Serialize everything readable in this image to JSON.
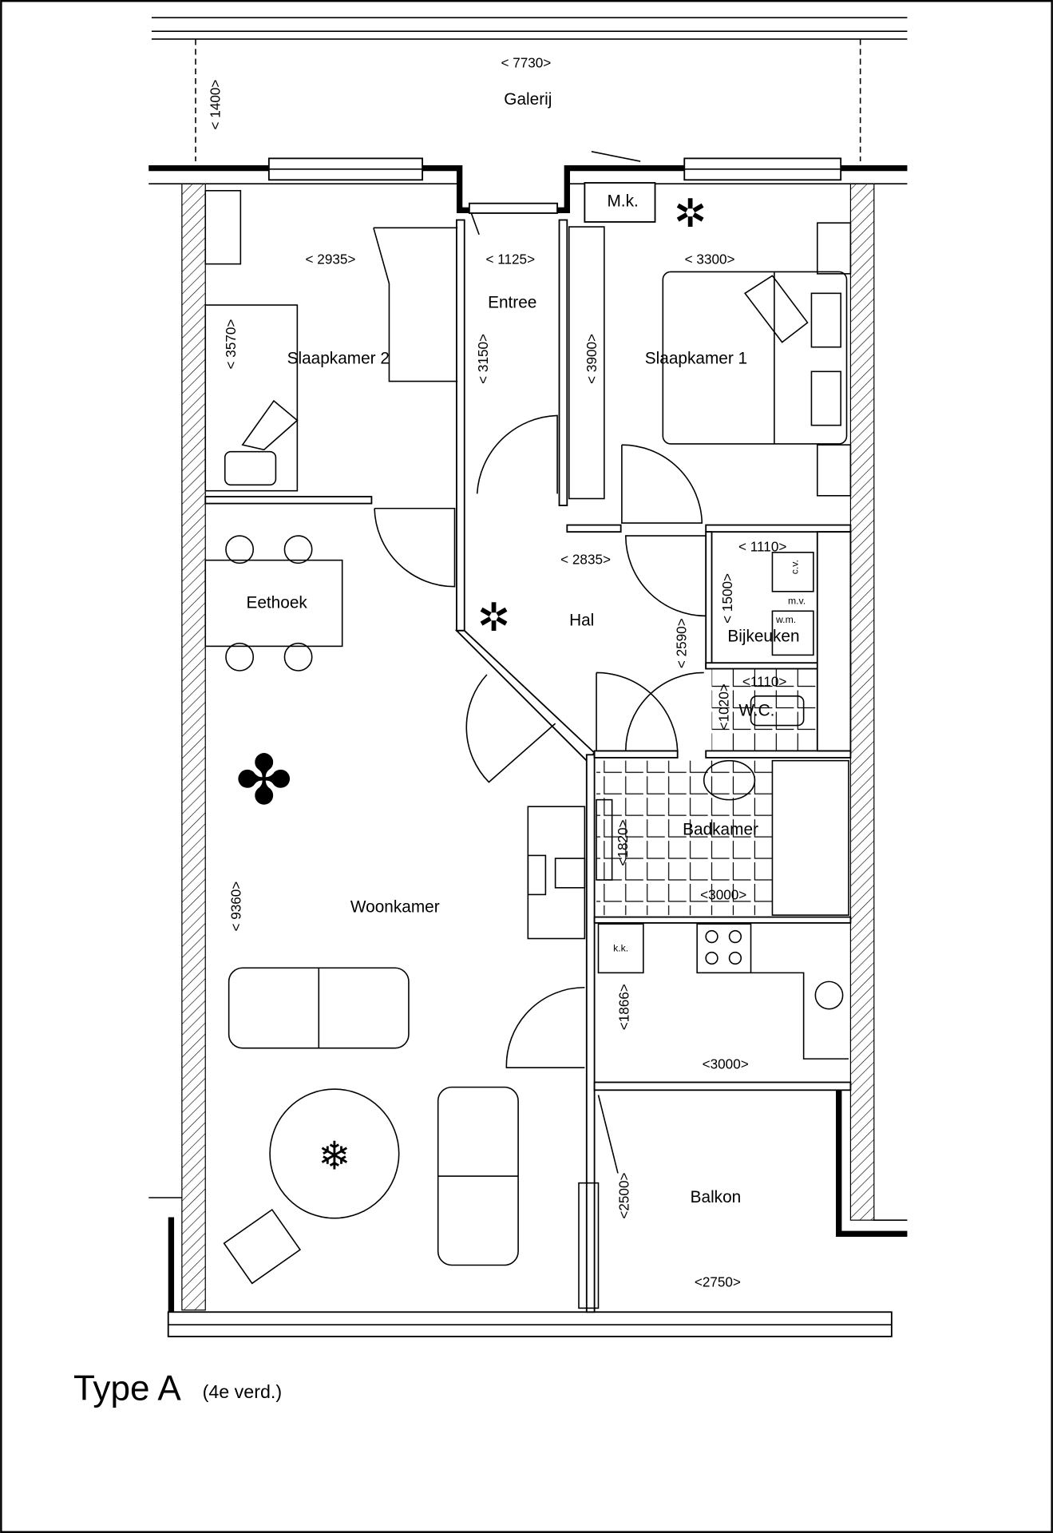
{
  "title": {
    "main": "Type A",
    "sub": "(4e verd.)"
  },
  "rooms": {
    "galerij": "Galerij",
    "mk": "M.k.",
    "entree": "Entree",
    "slaapkamer1": "Slaapkamer 1",
    "slaapkamer2": "Slaapkamer 2",
    "eethoek": "Eethoek",
    "hal": "Hal",
    "bijkeuken": "Bijkeuken",
    "wc": "W.C.",
    "badkamer": "Badkamer",
    "woonkamer": "Woonkamer",
    "balkon": "Balkon"
  },
  "fixtures": {
    "cv": "c.v.",
    "mv": "m.v.",
    "wm": "w.m.",
    "kk": "k.k."
  },
  "dimensions": {
    "galerij_width": "< 7730>",
    "galerij_depth": "< 1400>",
    "slaapkamer2_width": "< 2935>",
    "slaapkamer2_depth": "< 3570>",
    "entree_width": "< 1125>",
    "entree_depth": "< 3150>",
    "slaapkamer1_width": "< 3300>",
    "slaapkamer1_depth": "< 3900>",
    "hal_width": "< 2835>",
    "hal_depth": "< 2590>",
    "bijkeuken_width": "< 1110>",
    "bijkeuken_depth": "< 1500>",
    "wc_width": "<1110>",
    "wc_depth": "<1020>",
    "badkamer_depth": "<1820>",
    "badkamer_width": "<3000>",
    "woonkamer_depth": "< 9360>",
    "keuken_depth": "<1866>",
    "keuken_width": "<3000>",
    "balkon_depth": "<2500>",
    "balkon_width": "<2750>"
  }
}
